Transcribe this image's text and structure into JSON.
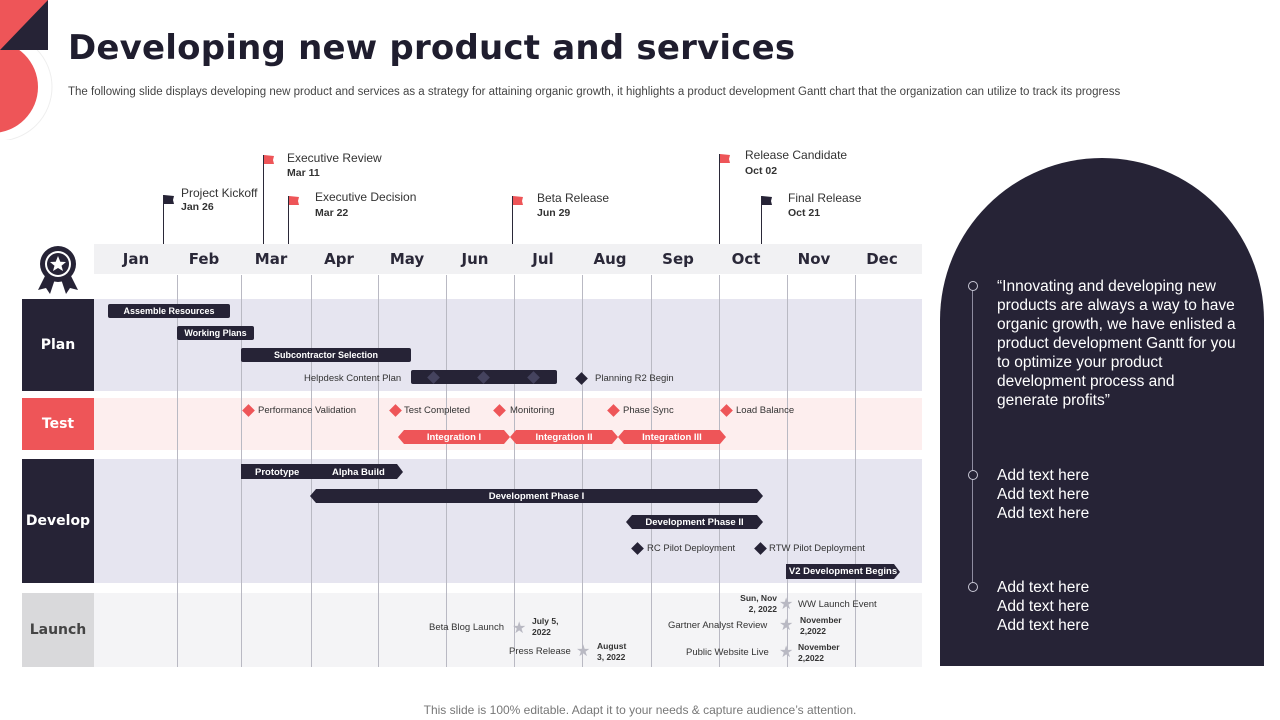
{
  "title": "Developing new product and services",
  "subtitle": "The following slide displays developing new product and services as a strategy for attaining organic growth, it highlights a product development Gantt chart that the organization can utilize to track its progress",
  "footer": "This slide is 100% editable. Adapt it to your needs & capture audience’s attention.",
  "colors": {
    "dark": "#262336",
    "red": "#ee5558",
    "plan_band": "#e6e5f0",
    "test_band": "#fdeeee",
    "develop_band": "#e6e5f0",
    "launch_band": "#f4f4f6",
    "launch_label": "#d9d9db"
  },
  "months": [
    "Jan",
    "Feb",
    "Mar",
    "Apr",
    "May",
    "Jun",
    "Jul",
    "Aug",
    "Sep",
    "Oct",
    "Nov",
    "Dec"
  ],
  "milestones": [
    {
      "title": "Project Kickoff",
      "date": "Jan 26",
      "flag": "dark"
    },
    {
      "title": "Executive Review",
      "date": "Mar 11",
      "flag": "red"
    },
    {
      "title": "Executive Decision",
      "date": "Mar 22",
      "flag": "red"
    },
    {
      "title": "Beta Release",
      "date": "Jun 29",
      "flag": "red"
    },
    {
      "title": "Release Candidate",
      "date": "Oct 02",
      "flag": "red"
    },
    {
      "title": "Final Release",
      "date": "Oct 21",
      "flag": "dark"
    }
  ],
  "rows": {
    "plan": "Plan",
    "test": "Test",
    "develop": "Develop",
    "launch": "Launch"
  },
  "plan_tasks": {
    "assemble": "Assemble  Resources",
    "working": "Working Plans",
    "subcontractor": "Subcontractor Selection",
    "helpdesk": "Helpdesk Content Plan",
    "planning_r2": "Planning R2 Begin"
  },
  "test_tasks": {
    "perf": "Performance Validation",
    "completed": "Test  Completed",
    "monitoring": "Monitoring",
    "phase_sync": "Phase Sync",
    "load_balance": "Load Balance",
    "integ1": "Integration I",
    "integ2": "Integration II",
    "integ3": "Integration III"
  },
  "develop_tasks": {
    "prototype": "Prototype",
    "alpha": "Alpha Build",
    "phase1": "Development Phase I",
    "phase2": "Development Phase II",
    "rc_pilot": "RC Pilot Deployment",
    "rtw_pilot": "RTW Pilot Deployment",
    "v2": "V2 Development Begins"
  },
  "launch_tasks": {
    "beta_blog": "Beta Blog Launch",
    "beta_blog_date": "July 5,\n2022",
    "press": "Press Release",
    "press_date": "August\n3, 2022",
    "ww_event_date": "Sun, Nov\n2, 2022",
    "ww_event": "WW Launch Event",
    "gartner": "Gartner Analyst  Review",
    "gartner_date": "November\n2,2022",
    "website": "Public Website Live",
    "website_date": "November\n2,2022"
  },
  "panel": {
    "quote": "“Innovating  and developing new products are always a way to have organic growth, we have enlisted a product development Gantt for you to optimize your product development process and generate profits”",
    "items": [
      "Add text here\nAdd text here\nAdd text here",
      "Add text here\nAdd text here\nAdd text here"
    ]
  }
}
